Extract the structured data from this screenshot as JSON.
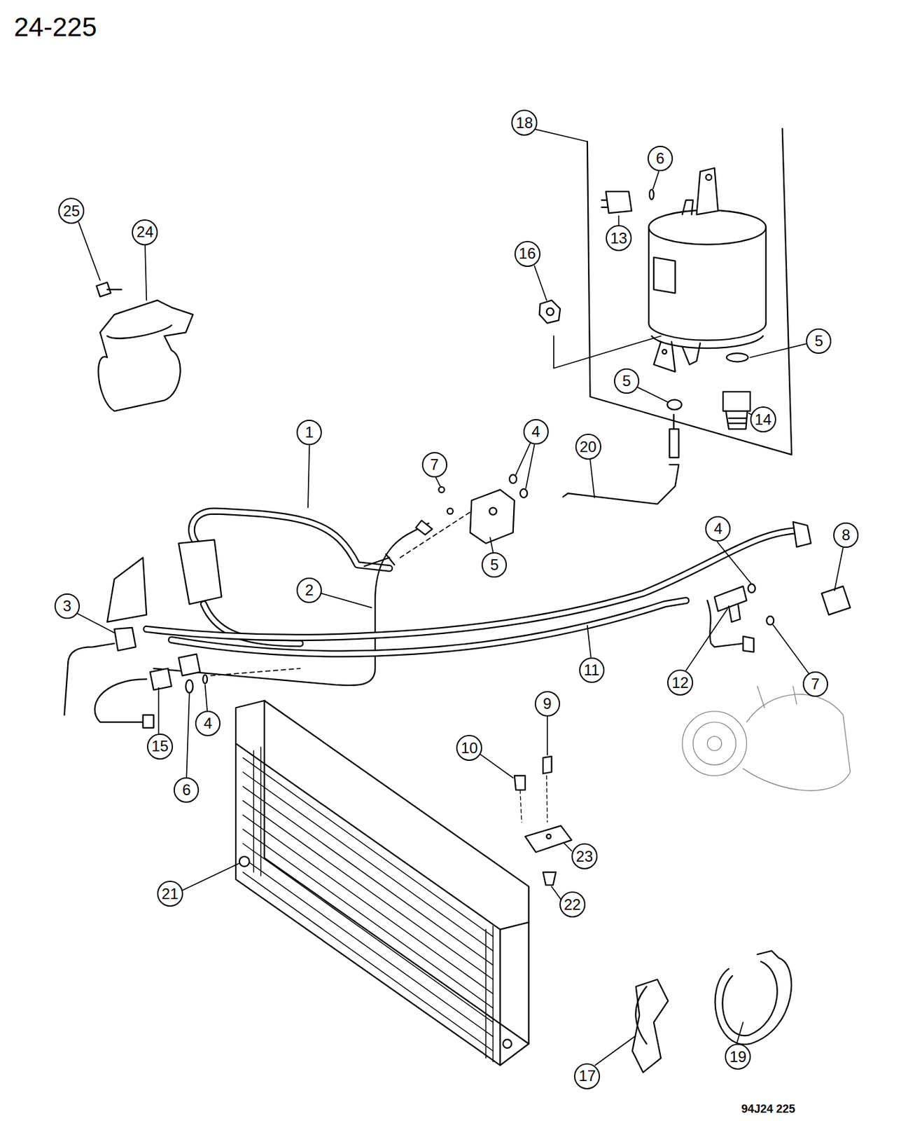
{
  "diagram": {
    "nodes": [
      {
        "text": [
          "18"
        ]
      },
      {
        "text": [
          "6"
        ]
      },
      {
        "text": [
          "25"
        ]
      },
      {
        "text": [
          "24"
        ]
      },
      {
        "text": [
          "13"
        ]
      },
      {
        "text": [
          "16"
        ]
      },
      {
        "text": [
          "5"
        ]
      },
      {
        "text": [
          "5"
        ]
      },
      {
        "text": [
          "14"
        ]
      },
      {
        "text": [
          "1"
        ]
      },
      {
        "text": [
          "4"
        ]
      },
      {
        "text": [
          "20"
        ]
      },
      {
        "text": [
          "7"
        ]
      },
      {
        "text": [
          "5"
        ]
      },
      {
        "text": [
          "2"
        ]
      },
      {
        "text": [
          "8"
        ]
      },
      {
        "text": [
          "4"
        ]
      },
      {
        "text": [
          "3"
        ]
      },
      {
        "text": [
          "11"
        ]
      },
      {
        "text": [
          "12"
        ]
      },
      {
        "text": [
          "7"
        ]
      },
      {
        "text": [
          "4"
        ]
      },
      {
        "text": [
          "15"
        ]
      },
      {
        "text": [
          "9"
        ]
      },
      {
        "text": [
          "6"
        ]
      },
      {
        "text": [
          "10"
        ]
      },
      {
        "text": [
          "23"
        ]
      },
      {
        "text": [
          "21"
        ]
      },
      {
        "text": [
          "22"
        ]
      },
      {
        "text": [
          "19"
        ]
      },
      {
        "text": [
          "17"
        ]
      }
    ],
    "labels": [
      "24-225",
      "94J24 225"
    ]
  }
}
